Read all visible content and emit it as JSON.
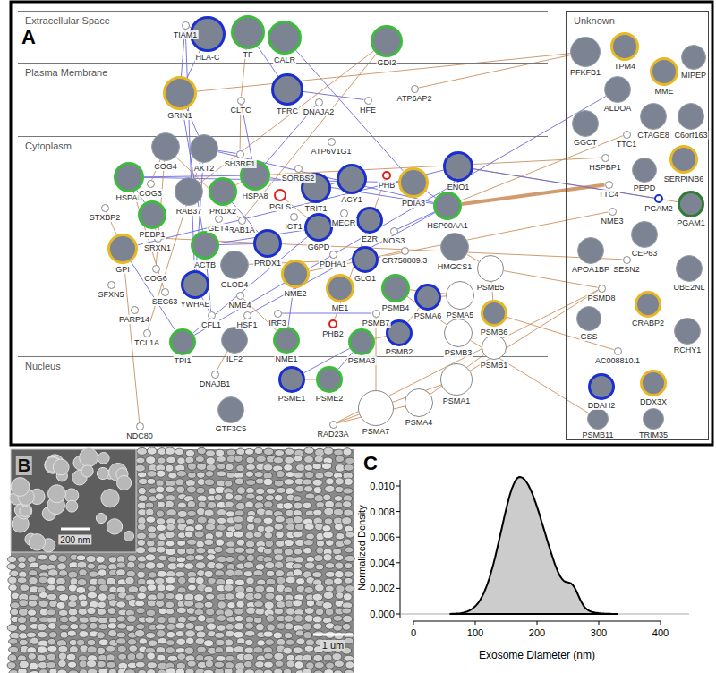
{
  "diagram": {
    "nodes": [
      {
        "text": [
          "Extracellular Space"
        ]
      },
      {
        "text": [
          "TIAM1"
        ],
        "in": 0
      },
      {
        "text": [
          "HLA-C"
        ],
        "in": 0
      },
      {
        "text": [
          "TF"
        ],
        "in": 0
      },
      {
        "text": [
          "CALR"
        ],
        "in": 0
      },
      {
        "text": [
          "GDI2"
        ],
        "in": 0
      },
      {
        "text": [
          "Plasma Membrane"
        ]
      },
      {
        "text": [
          "GRIN1"
        ],
        "in": 6
      },
      {
        "text": [
          "CLTC"
        ],
        "in": 6
      },
      {
        "text": [
          "TFRC"
        ],
        "in": 6
      },
      {
        "text": [
          "DNAJA2"
        ],
        "in": 6
      },
      {
        "text": [
          "HFE"
        ],
        "in": 6
      },
      {
        "text": [
          "ATP6AP2"
        ],
        "in": 6
      },
      {
        "text": [
          "Cytoplasm"
        ]
      },
      {
        "text": [
          "COG4"
        ],
        "in": 13
      },
      {
        "text": [
          "AKT2"
        ],
        "in": 13
      },
      {
        "text": [
          "SH3RF1"
        ],
        "in": 13
      },
      {
        "text": [
          "ATP6V1G1"
        ],
        "in": 13
      },
      {
        "text": [
          "SORBS2"
        ],
        "in": 13
      },
      {
        "text": [
          "HSPA8"
        ],
        "in": 13
      },
      {
        "text": [
          "HSPA5"
        ],
        "in": 13
      },
      {
        "text": [
          "COG3"
        ],
        "in": 13
      },
      {
        "text": [
          "RAB37"
        ],
        "in": 13
      },
      {
        "text": [
          "PRDX2"
        ],
        "in": 13
      },
      {
        "text": [
          "PGLS"
        ],
        "in": 13
      },
      {
        "text": [
          "TRIT1"
        ],
        "in": 13
      },
      {
        "text": [
          "ACY1"
        ],
        "in": 13
      },
      {
        "text": [
          "PHB"
        ],
        "in": 13
      },
      {
        "text": [
          "PDIA3"
        ],
        "in": 13
      },
      {
        "text": [
          "ENO1"
        ],
        "in": 13
      },
      {
        "text": [
          "STXBP2"
        ],
        "in": 13
      },
      {
        "text": [
          "PEBP1"
        ],
        "in": 13
      },
      {
        "text": [
          "RAB1A"
        ],
        "in": 13
      },
      {
        "text": [
          "ICT1"
        ],
        "in": 13
      },
      {
        "text": [
          "MECR"
        ],
        "in": 13
      },
      {
        "text": [
          "EZR"
        ],
        "in": 13
      },
      {
        "text": [
          "HSP90AA1"
        ],
        "in": 13
      },
      {
        "text": [
          "GPI"
        ],
        "in": 13
      },
      {
        "text": [
          "SRXN1"
        ],
        "in": 13
      },
      {
        "text": [
          "GET4"
        ],
        "in": 13
      },
      {
        "text": [
          "ACTB"
        ],
        "in": 13
      },
      {
        "text": [
          "PRDX1"
        ],
        "in": 13
      },
      {
        "text": [
          "G6PD"
        ],
        "in": 13
      },
      {
        "text": [
          "GLO1"
        ],
        "in": 13
      },
      {
        "text": [
          "NOS3"
        ],
        "in": 13
      },
      {
        "text": [
          "CR758889.3"
        ],
        "in": 13
      },
      {
        "text": [
          "HMGCS1"
        ],
        "in": 13
      },
      {
        "text": [
          "GLOD4"
        ],
        "in": 13
      },
      {
        "text": [
          "NME2"
        ],
        "in": 13
      },
      {
        "text": [
          "PDHA1"
        ],
        "in": 13
      },
      {
        "text": [
          "COG6"
        ],
        "in": 13
      },
      {
        "text": [
          "SFXN5"
        ],
        "in": 13
      },
      {
        "text": [
          "SEC63"
        ],
        "in": 13
      },
      {
        "text": [
          "YWHAE"
        ],
        "in": 13
      },
      {
        "text": [
          "NME4"
        ],
        "in": 13
      },
      {
        "text": [
          "ME1"
        ],
        "in": 13
      },
      {
        "text": [
          "PSMB5"
        ],
        "in": 13
      },
      {
        "text": [
          "PSMB4"
        ],
        "in": 13
      },
      {
        "text": [
          "PSMA6"
        ],
        "in": 13
      },
      {
        "text": [
          "PSMA5"
        ],
        "in": 13
      },
      {
        "text": [
          "PSMB6"
        ],
        "in": 13
      },
      {
        "text": [
          "PARP14"
        ],
        "in": 13
      },
      {
        "text": [
          "CFL1"
        ],
        "in": 13
      },
      {
        "text": [
          "HSF1"
        ],
        "in": 13
      },
      {
        "text": [
          "IRF3"
        ],
        "in": 13
      },
      {
        "text": [
          "PSMB7"
        ],
        "in": 13
      },
      {
        "text": [
          "PHB2"
        ],
        "in": 13
      },
      {
        "text": [
          "PSMB2"
        ],
        "in": 13
      },
      {
        "text": [
          "PSMB3"
        ],
        "in": 13
      },
      {
        "text": [
          "NME1"
        ],
        "in": 13
      },
      {
        "text": [
          "TCL1A"
        ],
        "in": 13
      },
      {
        "text": [
          "TPI1"
        ],
        "in": 13
      },
      {
        "text": [
          "ILF2"
        ],
        "in": 13
      },
      {
        "text": [
          "PSMA3"
        ],
        "in": 13
      },
      {
        "text": [
          "PSMB1"
        ],
        "in": 13
      },
      {
        "text": [
          "Nucleus"
        ]
      },
      {
        "text": [
          "PSME1"
        ],
        "in": 75
      },
      {
        "text": [
          "PSME2"
        ],
        "in": 75
      },
      {
        "text": [
          "DNAJB1"
        ],
        "in": 75
      },
      {
        "text": [
          "PSMA1"
        ],
        "in": 75
      },
      {
        "text": [
          "PSMA4"
        ],
        "in": 75
      },
      {
        "text": [
          "PSMA7"
        ],
        "in": 75
      },
      {
        "text": [
          "GTF3C5"
        ],
        "in": 75
      },
      {
        "text": [
          "RAD23A"
        ],
        "in": 75
      },
      {
        "text": [
          "NDC80"
        ],
        "in": 75
      },
      {
        "text": [
          "Unknown"
        ]
      },
      {
        "text": [
          "PFKFB1"
        ],
        "in": 85
      },
      {
        "text": [
          "TPM4"
        ],
        "in": 85
      },
      {
        "text": [
          "MME"
        ],
        "in": 85
      },
      {
        "text": [
          "MIPEP"
        ],
        "in": 85
      },
      {
        "text": [
          "ALDOA"
        ],
        "in": 85
      },
      {
        "text": [
          "GGCT"
        ],
        "in": 85
      },
      {
        "text": [
          "CTAGE8"
        ],
        "in": 85
      },
      {
        "text": [
          "C6orf163"
        ],
        "in": 85
      },
      {
        "text": [
          "TTC1"
        ],
        "in": 85
      },
      {
        "text": [
          "HSPBP1"
        ],
        "in": 85
      },
      {
        "text": [
          "SERPINB6"
        ],
        "in": 85
      },
      {
        "text": [
          "PEPD"
        ],
        "in": 85
      },
      {
        "text": [
          "TTC4"
        ],
        "in": 85
      },
      {
        "text": [
          "PGAM2"
        ],
        "in": 85
      },
      {
        "text": [
          "PGAM1"
        ],
        "in": 85
      },
      {
        "text": [
          "NME3"
        ],
        "in": 85
      },
      {
        "text": [
          "CEP63"
        ],
        "in": 85
      },
      {
        "text": [
          "APOA1BP"
        ],
        "in": 85
      },
      {
        "text": [
          "SESN2"
        ],
        "in": 85
      },
      {
        "text": [
          "UBE2NL"
        ],
        "in": 85
      },
      {
        "text": [
          "PSMD8"
        ],
        "in": 85
      },
      {
        "text": [
          "GSS"
        ],
        "in": 85
      },
      {
        "text": [
          "CRABP2"
        ],
        "in": 85
      },
      {
        "text": [
          "RCHY1"
        ],
        "in": 85
      },
      {
        "text": [
          "AC008810.1"
        ],
        "in": 85
      },
      {
        "text": [
          "DDAH2"
        ],
        "in": 85
      },
      {
        "text": [
          "DDX3X"
        ],
        "in": 85
      },
      {
        "text": [
          "PSMB11"
        ],
        "in": 85
      },
      {
        "text": [
          "TRIM35"
        ],
        "in": 85
      }
    ],
    "edges": [
      {
        "from": 1,
        "to": 7,
        "arrow": "none"
      },
      {
        "from": 2,
        "to": 7,
        "arrow": "none"
      },
      {
        "from": 1,
        "to": 53,
        "arrow": "none"
      },
      {
        "from": 3,
        "to": 9,
        "arrow": "none"
      },
      {
        "from": 3,
        "to": 8,
        "arrow": "none"
      },
      {
        "from": 9,
        "to": 11,
        "arrow": "none"
      },
      {
        "from": 4,
        "to": 28,
        "arrow": "none"
      },
      {
        "from": 7,
        "to": 86,
        "arrow": "none"
      },
      {
        "from": 12,
        "to": 86,
        "arrow": "none"
      },
      {
        "from": 7,
        "to": 15,
        "arrow": "none"
      },
      {
        "from": 7,
        "to": 40,
        "arrow": "none"
      },
      {
        "from": 8,
        "to": 19,
        "arrow": "none"
      },
      {
        "from": 8,
        "to": 16,
        "arrow": "none"
      },
      {
        "from": 10,
        "to": 19,
        "arrow": "none"
      },
      {
        "from": 15,
        "to": 53,
        "arrow": "none"
      },
      {
        "from": 15,
        "to": 16,
        "arrow": "none"
      },
      {
        "from": 15,
        "to": 36,
        "arrow": "none"
      },
      {
        "from": 70,
        "to": 15,
        "arrow": "none"
      },
      {
        "from": 20,
        "to": 19,
        "arrow": "none"
      },
      {
        "from": 20,
        "to": 28,
        "arrow": "none"
      },
      {
        "from": 20,
        "to": 52,
        "arrow": "none"
      },
      {
        "from": 19,
        "to": 36,
        "arrow": "none"
      },
      {
        "from": 19,
        "to": 23,
        "arrow": "none"
      },
      {
        "from": 19,
        "to": 95,
        "arrow": "none"
      },
      {
        "from": 14,
        "to": 21,
        "arrow": "none"
      },
      {
        "from": 14,
        "to": 50,
        "arrow": "none"
      },
      {
        "from": 14,
        "to": 32,
        "arrow": "none"
      },
      {
        "from": 5,
        "to": 32,
        "arrow": "none"
      },
      {
        "from": 5,
        "to": 22,
        "arrow": "none"
      },
      {
        "from": 36,
        "to": 29,
        "arrow": "none"
      },
      {
        "from": 36,
        "to": 28,
        "arrow": "none"
      },
      {
        "from": 36,
        "to": 98,
        "arrow": "none"
      },
      {
        "from": 36,
        "to": 94,
        "arrow": "none"
      },
      {
        "from": 44,
        "to": 36,
        "arrow": "none"
      },
      {
        "from": 63,
        "to": 36,
        "arrow": "none"
      },
      {
        "from": 63,
        "to": 78,
        "arrow": "none"
      },
      {
        "from": 29,
        "to": 37,
        "arrow": "none"
      },
      {
        "from": 29,
        "to": 100,
        "arrow": "none"
      },
      {
        "from": 29,
        "to": 99,
        "arrow": "none"
      },
      {
        "from": 37,
        "to": 71,
        "arrow": "none"
      },
      {
        "from": 37,
        "to": 30,
        "arrow": "none"
      },
      {
        "from": 37,
        "to": 84,
        "arrow": "none"
      },
      {
        "from": 90,
        "to": 71,
        "arrow": "none"
      },
      {
        "from": 31,
        "to": 20,
        "arrow": "none"
      },
      {
        "from": 31,
        "to": 38,
        "arrow": "none"
      },
      {
        "from": 23,
        "to": 41,
        "arrow": "none"
      },
      {
        "from": 41,
        "to": 38,
        "arrow": "none"
      },
      {
        "from": 104,
        "to": 41,
        "arrow": "none"
      },
      {
        "from": 41,
        "to": 40,
        "arrow": "none"
      },
      {
        "from": 42,
        "to": 24,
        "arrow": "none"
      },
      {
        "from": 42,
        "to": 71,
        "arrow": "none"
      },
      {
        "from": 27,
        "to": 66,
        "arrow": "none"
      },
      {
        "from": 26,
        "to": 25,
        "arrow": "none"
      },
      {
        "from": 35,
        "to": 40,
        "arrow": "none"
      },
      {
        "from": 43,
        "to": 47,
        "arrow": "none"
      },
      {
        "from": 45,
        "to": 43,
        "arrow": "none"
      },
      {
        "from": 69,
        "to": 48,
        "arrow": "none"
      },
      {
        "from": 69,
        "to": 54,
        "arrow": "none"
      },
      {
        "from": 48,
        "to": 101,
        "arrow": "none"
      },
      {
        "from": 53,
        "to": 62,
        "arrow": "none"
      },
      {
        "from": 62,
        "to": 40,
        "arrow": "none"
      },
      {
        "from": 59,
        "to": 58,
        "arrow": "none"
      },
      {
        "from": 58,
        "to": 67,
        "arrow": "none"
      },
      {
        "from": 67,
        "to": 73,
        "arrow": "none"
      },
      {
        "from": 73,
        "to": 76,
        "arrow": "none"
      },
      {
        "from": 73,
        "to": 77,
        "arrow": "none"
      },
      {
        "from": 76,
        "to": 77,
        "arrow": "none"
      },
      {
        "from": 79,
        "to": 81,
        "arrow": "none"
      },
      {
        "from": 80,
        "to": 74,
        "arrow": "none"
      },
      {
        "from": 68,
        "to": 57,
        "arrow": "none"
      },
      {
        "from": 56,
        "to": 60,
        "arrow": "none"
      },
      {
        "from": 65,
        "to": 81,
        "arrow": "none"
      },
      {
        "from": 57,
        "to": 59,
        "arrow": "none"
      },
      {
        "from": 81,
        "to": 83,
        "arrow": "none"
      },
      {
        "from": 83,
        "to": 80,
        "arrow": "none"
      },
      {
        "from": 106,
        "to": 56,
        "arrow": "none"
      },
      {
        "from": 106,
        "to": 79,
        "arrow": "none"
      },
      {
        "from": 110,
        "to": 60,
        "arrow": "none"
      },
      {
        "from": 113,
        "to": 68,
        "arrow": "none"
      },
      {
        "from": 64,
        "to": 65,
        "arrow": "none"
      },
      {
        "from": 46,
        "to": 56,
        "arrow": "none"
      },
      {
        "from": 83,
        "to": 106,
        "arrow": "none"
      },
      {
        "from": 1,
        "to": 2,
        "arrow": "none"
      }
    ],
    "labels": [
      "A",
      "B",
      "200 nm",
      "1 um",
      "C",
      "0.010",
      "0.008",
      "0.006",
      "0.004",
      "0.002",
      "0.000",
      "0",
      "100",
      "200",
      "300",
      "400",
      "Normalized Density",
      "Exosome Diameter (nm)"
    ]
  }
}
